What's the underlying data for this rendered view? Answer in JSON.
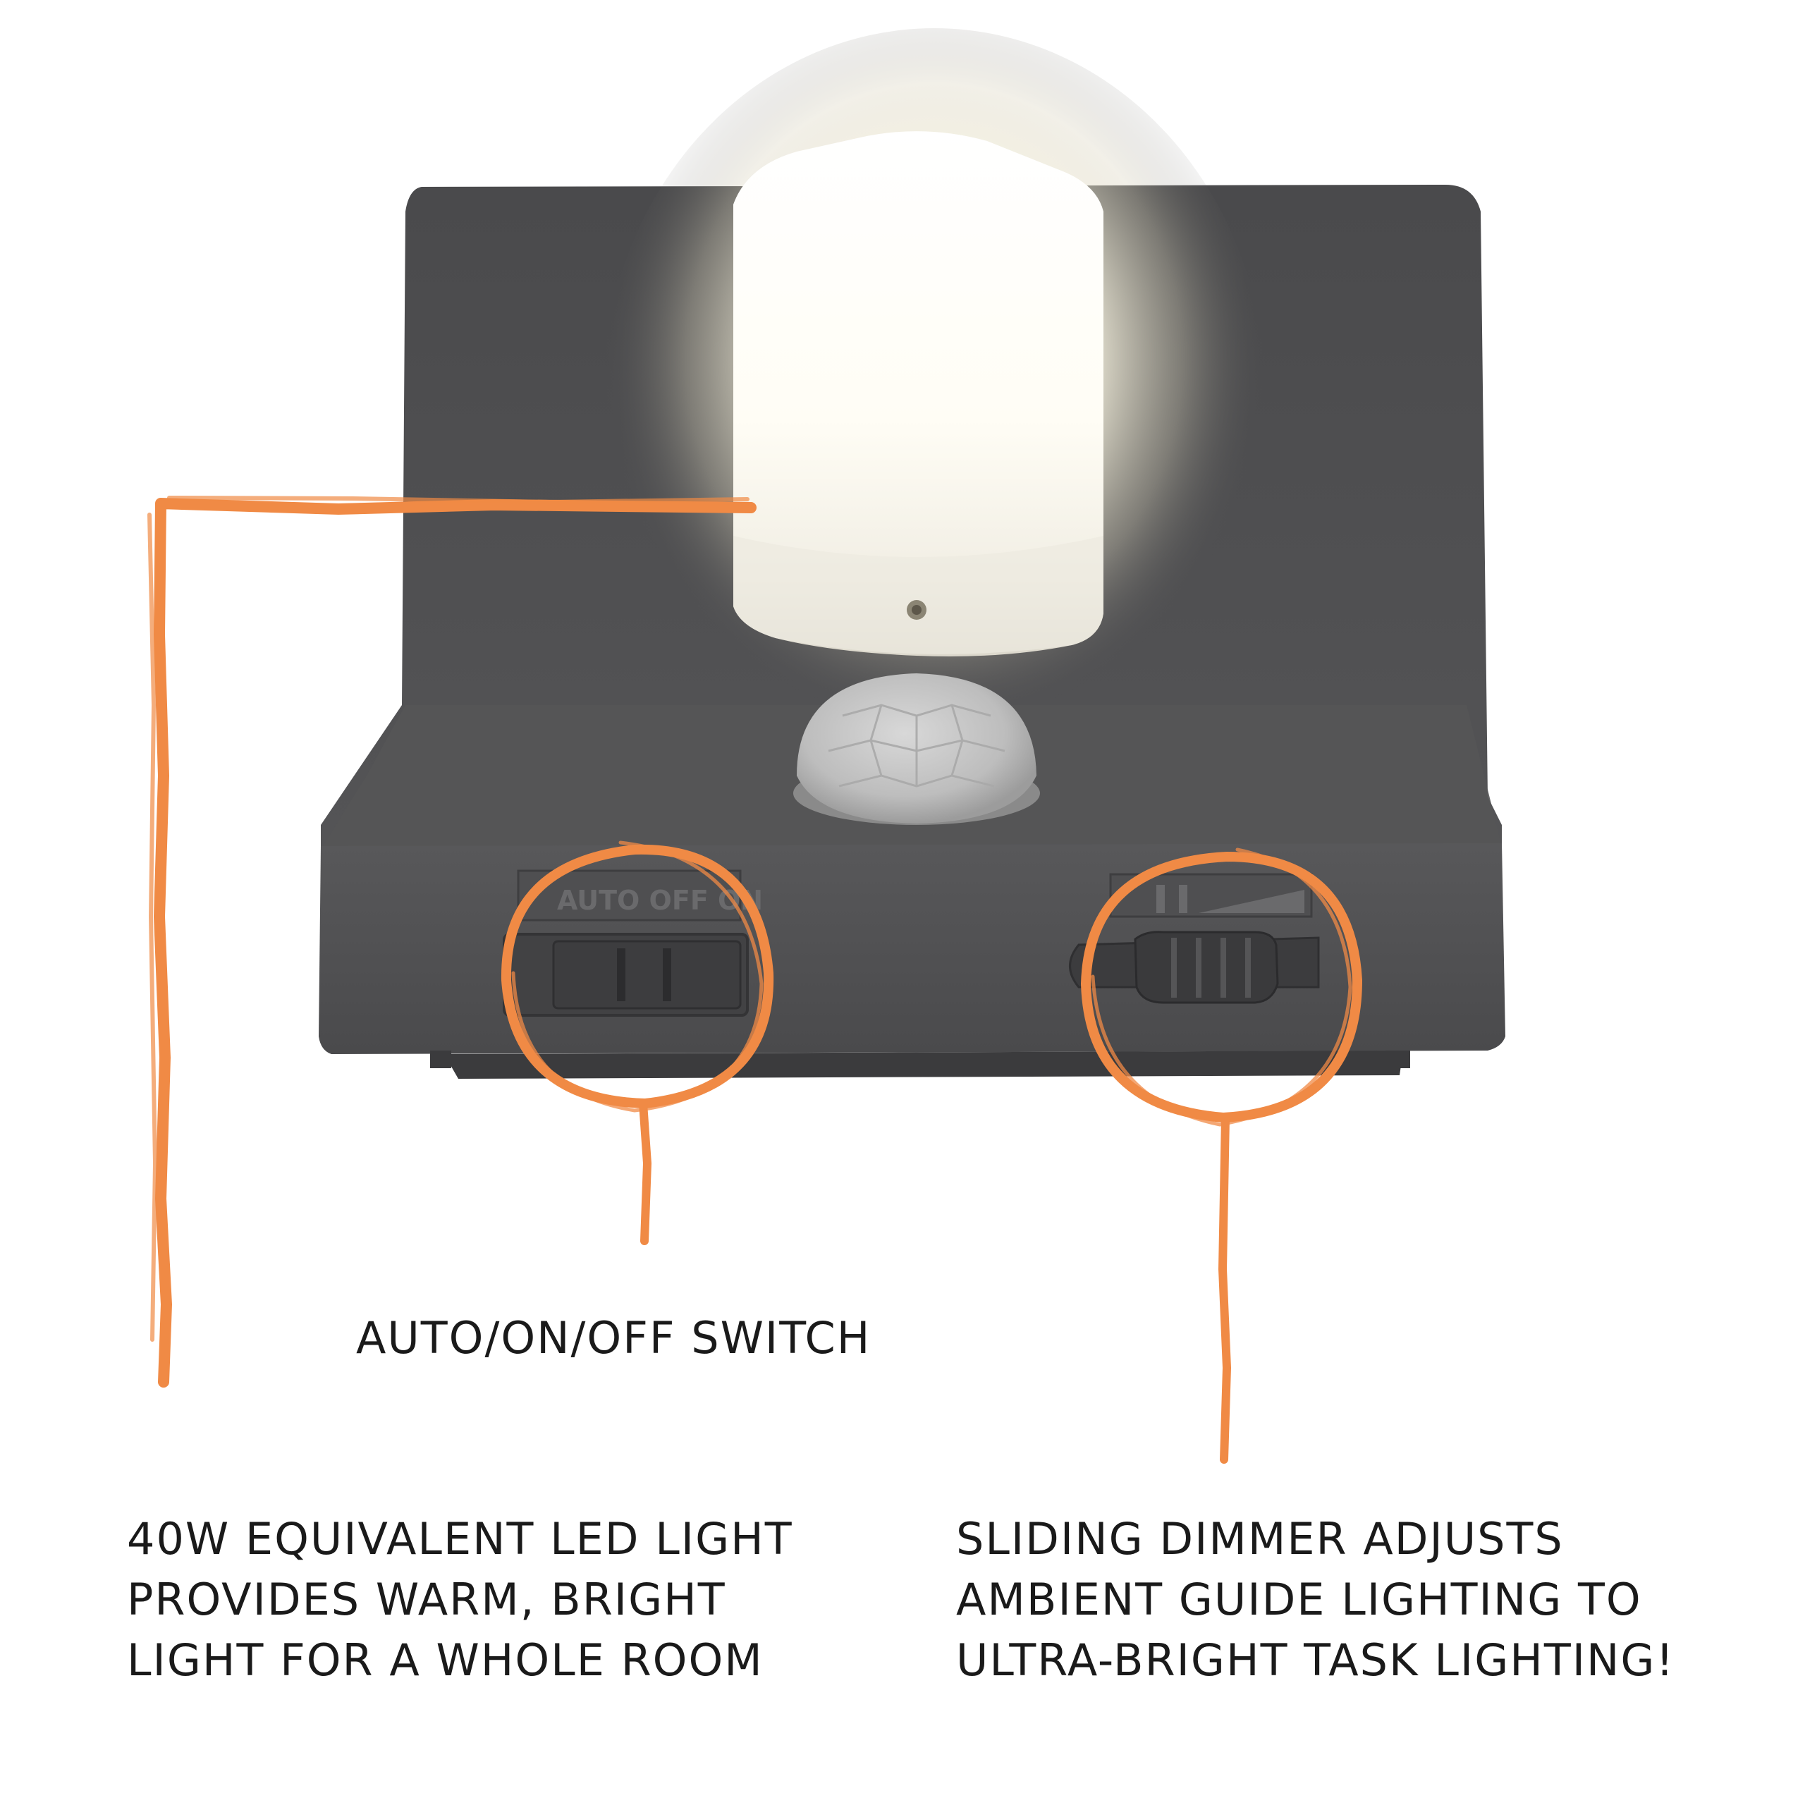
{
  "image": {
    "subject": "Battery-powered motion-sensor LED light with switch and dimmer",
    "background_color": "#ffffff",
    "device_body_color": "#4b4b4d",
    "led_glow_color": "#fffbef",
    "annotation_color": "#f08a45",
    "switch_markings": "AUTO OFF ON"
  },
  "callouts": {
    "switch_label": "AUTO/ON/OFF SWITCH",
    "led_lines": [
      "40W EQUIVALENT LED LIGHT",
      "PROVIDES WARM, BRIGHT",
      "LIGHT FOR A WHOLE ROOM"
    ],
    "dimmer_lines": [
      "SLIDING DIMMER ADJUSTS",
      "AMBIENT GUIDE LIGHTING TO",
      "ULTRA-BRIGHT TASK LIGHTING!"
    ]
  }
}
